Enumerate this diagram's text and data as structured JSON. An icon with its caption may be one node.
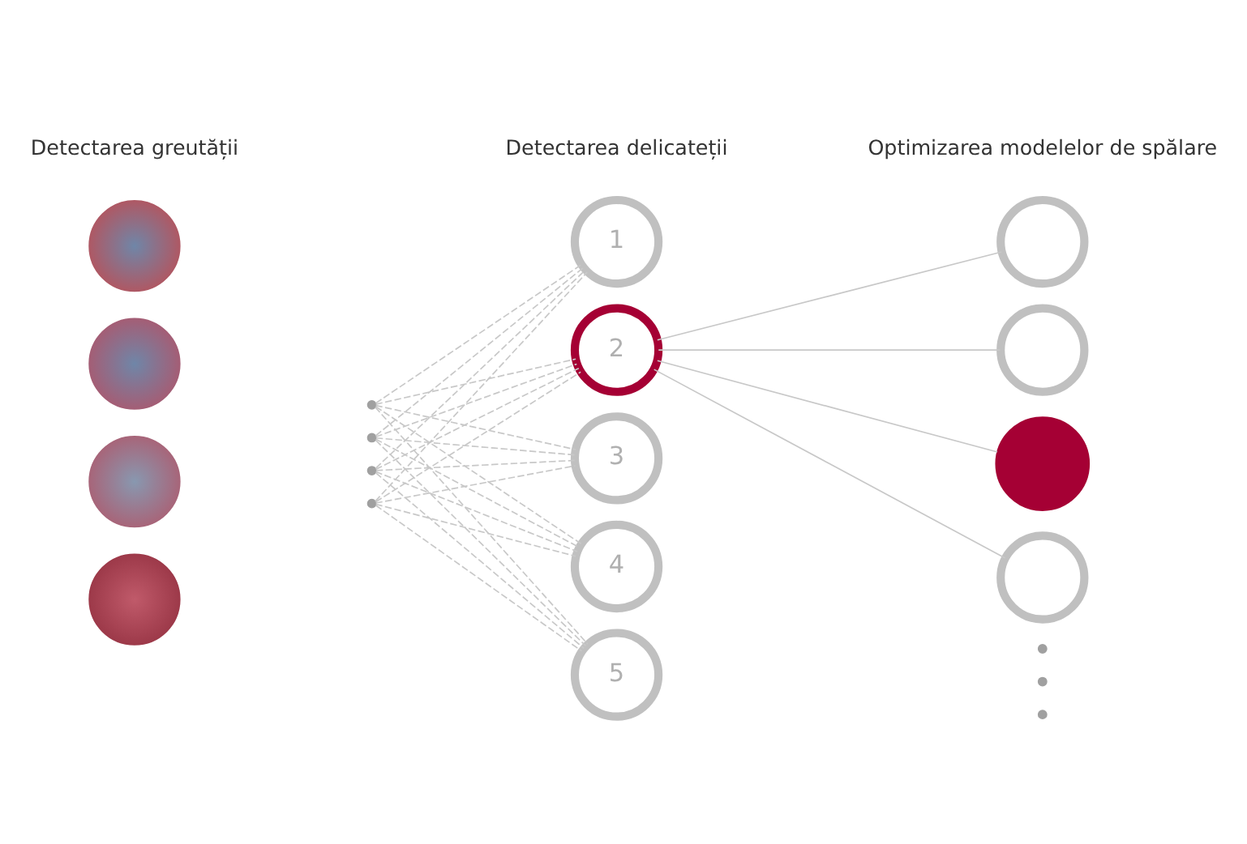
{
  "diagram": {
    "nodes": [
      {
        "text": [],
        "shape": "picture"
      },
      {
        "text": [],
        "shape": "picture"
      },
      {
        "text": [],
        "shape": "picture"
      },
      {
        "text": [],
        "shape": "picture"
      },
      {
        "text": [],
        "shape": "dot"
      },
      {
        "text": [],
        "shape": "dot"
      },
      {
        "text": [],
        "shape": "dot"
      },
      {
        "text": [],
        "shape": "dot"
      },
      {
        "text": [
          "1"
        ]
      },
      {
        "text": [
          "2"
        ]
      },
      {
        "text": [
          "3"
        ]
      },
      {
        "text": [
          "4"
        ]
      },
      {
        "text": [
          "5"
        ]
      },
      {
        "text": [],
        "shape": "circle"
      },
      {
        "text": [],
        "shape": "circle"
      },
      {
        "text": [],
        "shape": "circle"
      },
      {
        "text": [],
        "shape": "circle"
      },
      {
        "text": [],
        "shape": "dot"
      },
      {
        "text": [],
        "shape": "dot"
      },
      {
        "text": [],
        "shape": "dot"
      }
    ],
    "edges": [
      {
        "from": 4,
        "to": 8,
        "arrow": "none",
        "style": "dashed"
      },
      {
        "from": 4,
        "to": 9,
        "arrow": "none",
        "style": "dashed"
      },
      {
        "from": 4,
        "to": 10,
        "arrow": "none",
        "style": "dashed"
      },
      {
        "from": 4,
        "to": 11,
        "arrow": "none",
        "style": "dashed"
      },
      {
        "from": 4,
        "to": 12,
        "arrow": "none",
        "style": "dashed"
      },
      {
        "from": 5,
        "to": 8,
        "arrow": "none",
        "style": "dashed"
      },
      {
        "from": 5,
        "to": 9,
        "arrow": "none",
        "style": "dashed"
      },
      {
        "from": 5,
        "to": 10,
        "arrow": "none",
        "style": "dashed"
      },
      {
        "from": 5,
        "to": 11,
        "arrow": "none",
        "style": "dashed"
      },
      {
        "from": 5,
        "to": 12,
        "arrow": "none",
        "style": "dashed"
      },
      {
        "from": 6,
        "to": 8,
        "arrow": "none",
        "style": "dashed"
      },
      {
        "from": 6,
        "to": 9,
        "arrow": "none",
        "style": "dashed"
      },
      {
        "from": 6,
        "to": 10,
        "arrow": "none",
        "style": "dashed"
      },
      {
        "from": 6,
        "to": 11,
        "arrow": "none",
        "style": "dashed"
      },
      {
        "from": 6,
        "to": 12,
        "arrow": "none",
        "style": "dashed"
      },
      {
        "from": 7,
        "to": 8,
        "arrow": "none",
        "style": "dashed"
      },
      {
        "from": 7,
        "to": 9,
        "arrow": "none",
        "style": "dashed"
      },
      {
        "from": 7,
        "to": 10,
        "arrow": "none",
        "style": "dashed"
      },
      {
        "from": 7,
        "to": 11,
        "arrow": "none",
        "style": "dashed"
      },
      {
        "from": 7,
        "to": 12,
        "arrow": "none",
        "style": "dashed"
      },
      {
        "from": 9,
        "to": 13,
        "arrow": "none"
      },
      {
        "from": 9,
        "to": 14,
        "arrow": "none"
      },
      {
        "from": 9,
        "to": 15,
        "arrow": "none"
      },
      {
        "from": 9,
        "to": 16,
        "arrow": "none"
      }
    ],
    "labels": [
      "Detectarea greutății",
      "Detectarea delicateții",
      "Optimizarea modelelor de spălare"
    ]
  }
}
